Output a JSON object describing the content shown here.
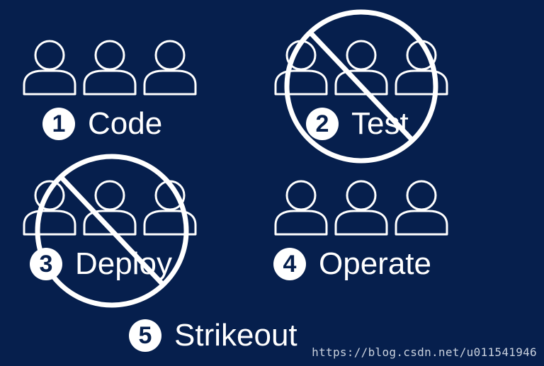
{
  "stages": [
    {
      "number": "1",
      "label": "Code",
      "struck": false
    },
    {
      "number": "2",
      "label": "Test",
      "struck": true
    },
    {
      "number": "3",
      "label": "Deploy",
      "struck": true
    },
    {
      "number": "4",
      "label": "Operate",
      "struck": false
    },
    {
      "number": "5",
      "label": "Strikeout",
      "struck": false
    }
  ],
  "watermark": "https://blog.csdn.net/u011541946",
  "colors": {
    "background": "#061f4d",
    "foreground": "#ffffff"
  },
  "icons": {
    "person": "person-icon",
    "prohibit": "prohibit-icon"
  }
}
